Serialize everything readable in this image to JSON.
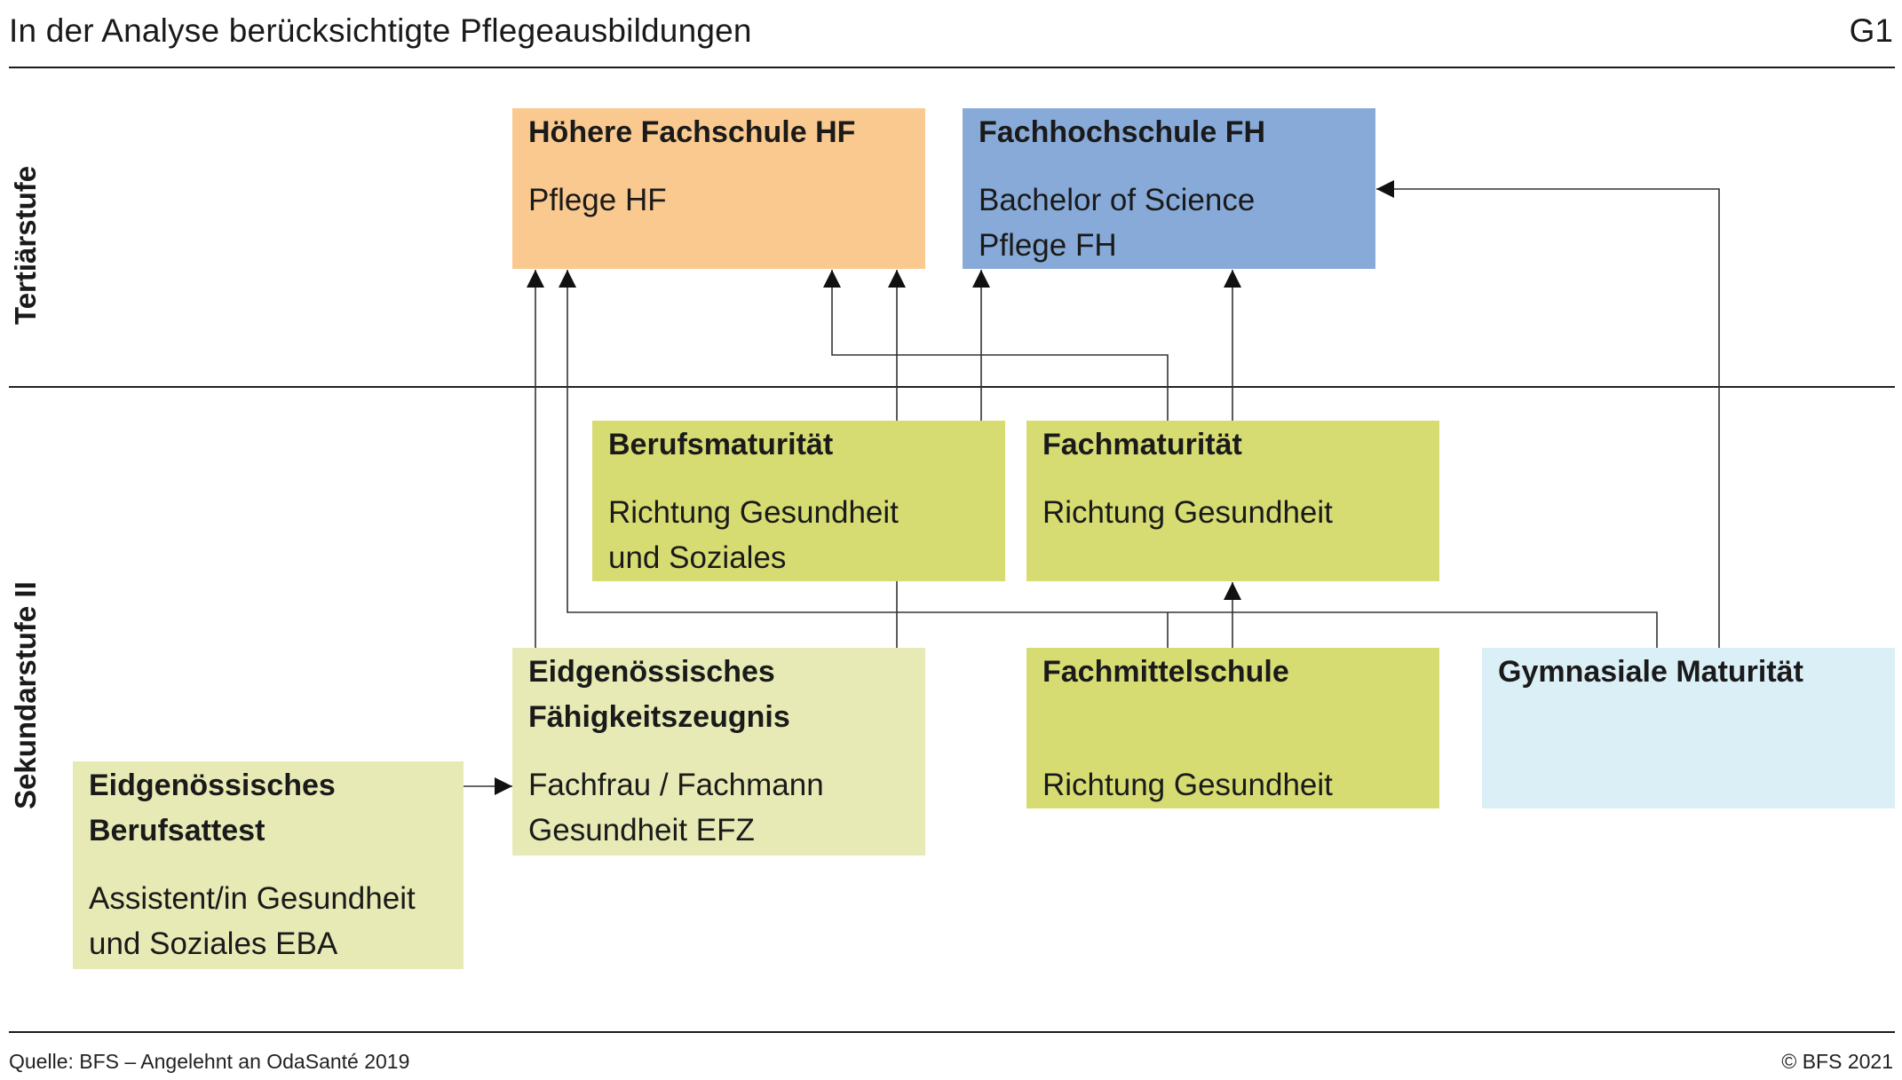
{
  "header": {
    "title": "In der Analyse berücksichtigte Pflegeausbildungen",
    "figure_no": "G1"
  },
  "stages": {
    "tertiary": "Tertiärstufe",
    "secondary": "Sekundarstufe II"
  },
  "boxes": {
    "hf": {
      "title": "Höhere Fachschule HF",
      "sub": "Pflege HF",
      "color": "#f9c98f"
    },
    "fh": {
      "title": "Fachhochschule FH",
      "sub": "Bachelor of Science\nPflege FH",
      "color": "#88aad8"
    },
    "bm": {
      "title": "Berufsmaturität",
      "sub": "Richtung Gesundheit\nund Soziales",
      "color": "#d6dc72"
    },
    "fm": {
      "title": "Fachmaturität",
      "sub": "Richtung Gesundheit",
      "color": "#d6dc72"
    },
    "efz": {
      "title": "Eidgenössisches\nFähigkeitszeugnis",
      "sub": "Fachfrau / Fachmann\nGesundheit EFZ",
      "color": "#e7eab5"
    },
    "fms": {
      "title": "Fachmittelschule",
      "sub": "Richtung Gesundheit",
      "color": "#d6dc72"
    },
    "gym": {
      "title": "Gymnasiale Maturität",
      "sub": "",
      "color": "#dbeff7"
    },
    "eba": {
      "title": "Eidgenössisches\nBerufsattest",
      "sub": "Assistent/in Gesundheit\nund Soziales EBA",
      "color": "#e7eab5"
    }
  },
  "footer": {
    "source": "Quelle: BFS – Angelehnt an OdaSanté 2019",
    "copyright": "© BFS 2021"
  }
}
